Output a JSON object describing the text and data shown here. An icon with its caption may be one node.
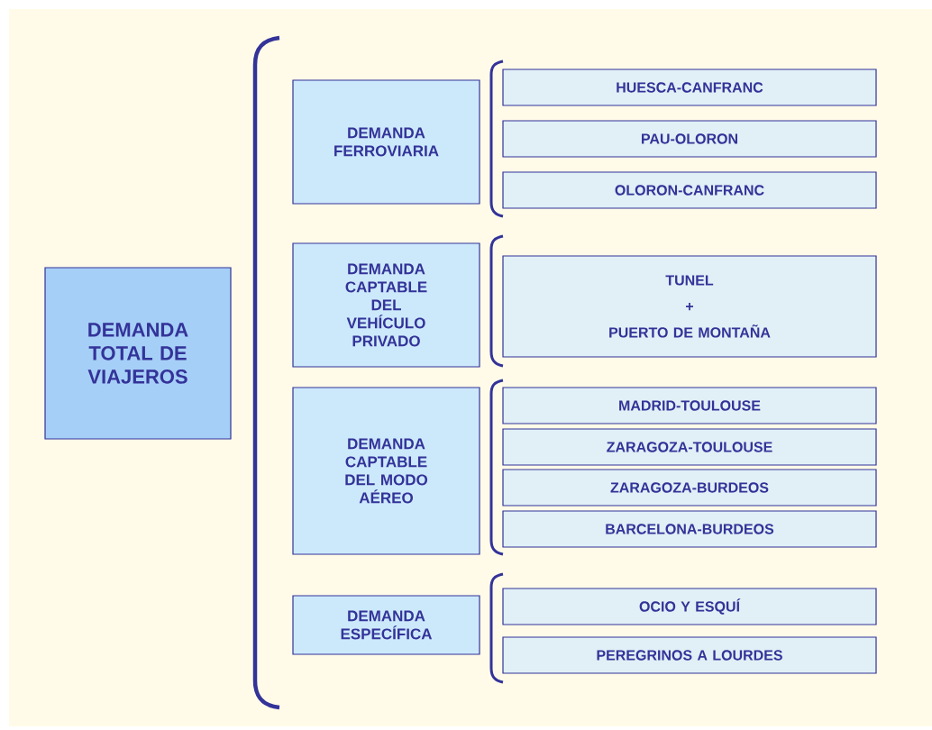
{
  "diagram": {
    "nodes": [
      {
        "text": [
          "DEMANDA TOTAL DE VIAJEROS"
        ]
      },
      {
        "text": [
          "DEMANDA FERROVIARIA"
        ]
      },
      {
        "text": [
          "HUESCA-CANFRANC"
        ]
      },
      {
        "text": [
          "PAU-OLORON"
        ]
      },
      {
        "text": [
          "OLORON-CANFRANC"
        ]
      },
      {
        "text": [
          "DEMANDA CAPTABLE DEL VEHÍCULO PRIVADO"
        ]
      },
      {
        "text": [
          "TUNEL",
          "+",
          "PUERTO DE MONTAÑA"
        ]
      },
      {
        "text": [
          "DEMANDA CAPTABLE DEL MODO AÉREO"
        ]
      },
      {
        "text": [
          "MADRID-TOULOUSE"
        ]
      },
      {
        "text": [
          "ZARAGOZA-TOULOUSE"
        ]
      },
      {
        "text": [
          "ZARAGOZA-BURDEOS"
        ]
      },
      {
        "text": [
          "BARCELONA-BURDEOS"
        ]
      },
      {
        "text": [
          "DEMANDA ESPECÍFICA"
        ]
      },
      {
        "text": [
          "OCIO Y ESQUÍ"
        ]
      },
      {
        "text": [
          "PEREGRINOS A LOURDES"
        ]
      }
    ],
    "edges": []
  }
}
